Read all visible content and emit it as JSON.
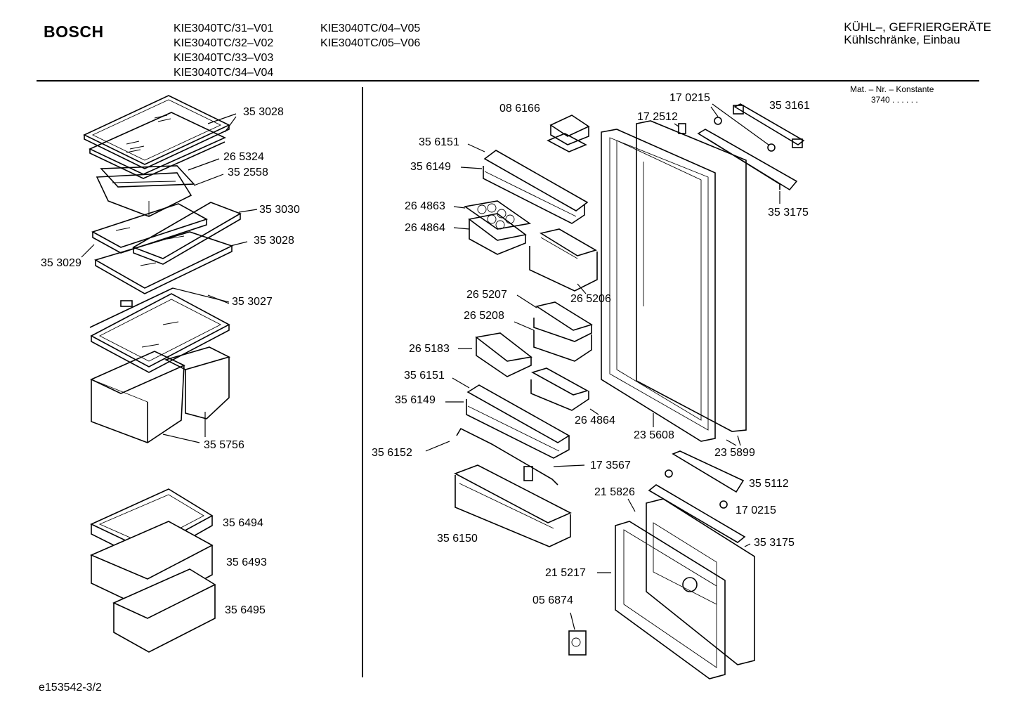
{
  "header": {
    "brand": "BOSCH",
    "models_col1": [
      "KIE3040TC/31–V01",
      "KIE3040TC/32–V02",
      "KIE3040TC/33–V03",
      "KIE3040TC/34–V04"
    ],
    "models_col2": [
      "KIE3040TC/04–V05",
      "KIE3040TC/05–V06"
    ],
    "category_line1": "KÜHL–, GEFRIERGERÄTE",
    "category_line2": "Kühlschränke, Einbau",
    "mat_label": "Mat. – Nr. – Konstante",
    "mat_value": "3740  .  .   .  .  .  ."
  },
  "parts": {
    "p353028a": "35 3028",
    "p265324": "26 5324",
    "p352558": "35 2558",
    "p353030": "35 3030",
    "p353028b": "35 3028",
    "p353029": "35 3029",
    "p353027": "35 3027",
    "p355756": "35 5756",
    "p356494": "35 6494",
    "p356493": "35 6493",
    "p356495": "35 6495",
    "p086166": "08 6166",
    "p356151a": "35 6151",
    "p356149a": "35 6149",
    "p264863": "26 4863",
    "p264864a": "26 4864",
    "p265207": "26 5207",
    "p265208": "26 5208",
    "p265183": "26 5183",
    "p265206": "26 5206",
    "p356151b": "35 6151",
    "p356149b": "35 6149",
    "p264864b": "26 4864",
    "p356152": "35 6152",
    "p173567": "17 3567",
    "p356150": "35 6150",
    "p170215a": "17 0215",
    "p172512": "17 2512",
    "p353161": "35 3161",
    "p353175a": "35 3175",
    "p235608": "23 5608",
    "p235899": "23 5899",
    "p355112": "35 5112",
    "p215826": "21 5826",
    "p170215b": "17 0215",
    "p353175b": "35 3175",
    "p215217": "21 5217",
    "p056874": "05 6874"
  },
  "footer": {
    "doc_id": "e153542-3/2"
  }
}
